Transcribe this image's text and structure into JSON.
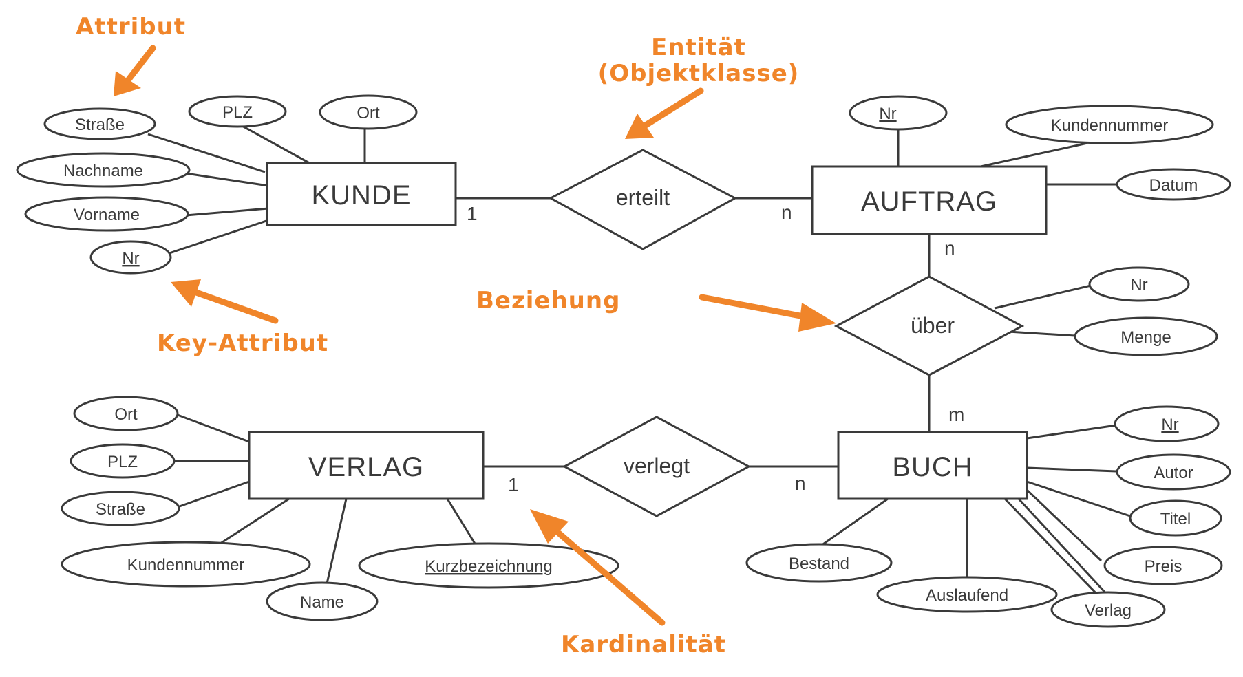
{
  "entities": [
    {
      "id": "kunde",
      "label": "KUNDE"
    },
    {
      "id": "auftrag",
      "label": "AUFTRAG"
    },
    {
      "id": "verlag",
      "label": "VERLAG"
    },
    {
      "id": "buch",
      "label": "BUCH"
    }
  ],
  "relationships": [
    {
      "id": "erteilt",
      "label": "erteilt"
    },
    {
      "id": "ueber",
      "label": "über"
    },
    {
      "id": "verlegt",
      "label": "verlegt"
    }
  ],
  "attributes": {
    "kunde": [
      {
        "id": "strasse",
        "label": "Straße",
        "key": false
      },
      {
        "id": "plz",
        "label": "PLZ",
        "key": false
      },
      {
        "id": "ort",
        "label": "Ort",
        "key": false
      },
      {
        "id": "nachname",
        "label": "Nachname",
        "key": false
      },
      {
        "id": "vorname",
        "label": "Vorname",
        "key": false
      },
      {
        "id": "nr",
        "label": "Nr",
        "key": true
      }
    ],
    "auftrag": [
      {
        "id": "nr",
        "label": "Nr",
        "key": true
      },
      {
        "id": "kundennummer",
        "label": "Kundennummer",
        "key": false
      },
      {
        "id": "datum",
        "label": "Datum",
        "key": false
      }
    ],
    "ueber": [
      {
        "id": "nr",
        "label": "Nr",
        "key": false
      },
      {
        "id": "menge",
        "label": "Menge",
        "key": false
      }
    ],
    "verlag": [
      {
        "id": "ort",
        "label": "Ort",
        "key": false
      },
      {
        "id": "plz",
        "label": "PLZ",
        "key": false
      },
      {
        "id": "strasse",
        "label": "Straße",
        "key": false
      },
      {
        "id": "kundennummer",
        "label": "Kundennummer",
        "key": false
      },
      {
        "id": "name",
        "label": "Name",
        "key": false
      },
      {
        "id": "kurzbezeichnung",
        "label": "Kurzbezeichnung",
        "key": true
      }
    ],
    "buch": [
      {
        "id": "nr",
        "label": "Nr",
        "key": true
      },
      {
        "id": "autor",
        "label": "Autor",
        "key": false
      },
      {
        "id": "titel",
        "label": "Titel",
        "key": false
      },
      {
        "id": "preis",
        "label": "Preis",
        "key": false
      },
      {
        "id": "verlag",
        "label": "Verlag",
        "key": false
      },
      {
        "id": "auslaufend",
        "label": "Auslaufend",
        "key": false
      },
      {
        "id": "bestand",
        "label": "Bestand",
        "key": false
      }
    ]
  },
  "cardinalities": {
    "kunde_erteilt": "1",
    "erteilt_auftrag": "n",
    "auftrag_ueber": "n",
    "ueber_buch": "m",
    "verlag_verlegt": "1",
    "verlegt_buch": "n"
  },
  "annotations": {
    "attribut": "Attribut",
    "entitaet_line1": "Entität",
    "entitaet_line2": "(Objektklasse)",
    "key_attribut": "Key-Attribut",
    "beziehung": "Beziehung",
    "kardinalitaet": "Kardinalität"
  },
  "colors": {
    "annotation": "#f0852a",
    "line": "#3a3a3a",
    "background": "#ffffff"
  }
}
